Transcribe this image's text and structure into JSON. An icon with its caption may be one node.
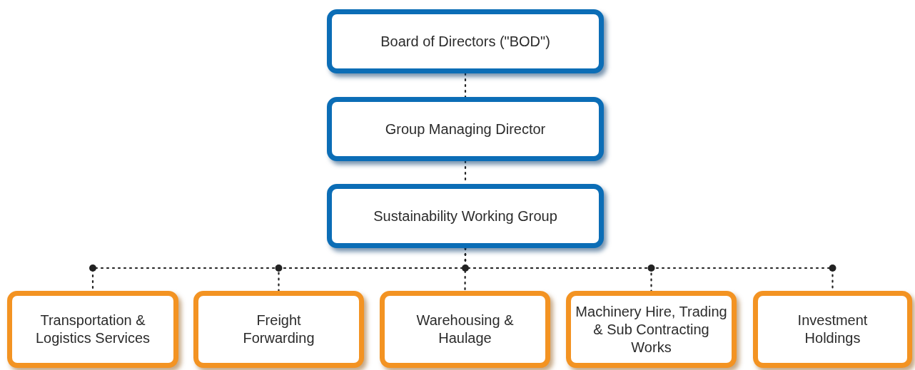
{
  "diagram": {
    "nodes": [
      {
        "text": [
          "Board of Directors (\"BOD\")"
        ]
      },
      {
        "text": [
          "Group Managing Director"
        ]
      },
      {
        "text": [
          "Sustainability Working Group"
        ]
      },
      {
        "text": [
          "Transportation & Logistics Services"
        ]
      },
      {
        "text": [
          "Freight Forwarding"
        ]
      },
      {
        "text": [
          "Warehousing & Haulage"
        ]
      },
      {
        "text": [
          "Machinery Hire, Trading & Sub Contracting Works"
        ]
      },
      {
        "text": [
          "Investment Holdings"
        ]
      }
    ],
    "edges": [
      {
        "from": 0,
        "to": 1,
        "arrow": "none"
      },
      {
        "from": 1,
        "to": 2,
        "arrow": "none"
      },
      {
        "from": 2,
        "to": 3,
        "arrow": "none"
      },
      {
        "from": 2,
        "to": 4,
        "arrow": "none"
      },
      {
        "from": 2,
        "to": 5,
        "arrow": "none"
      },
      {
        "from": 2,
        "to": 6,
        "arrow": "none"
      },
      {
        "from": 2,
        "to": 7,
        "arrow": "none"
      }
    ]
  }
}
